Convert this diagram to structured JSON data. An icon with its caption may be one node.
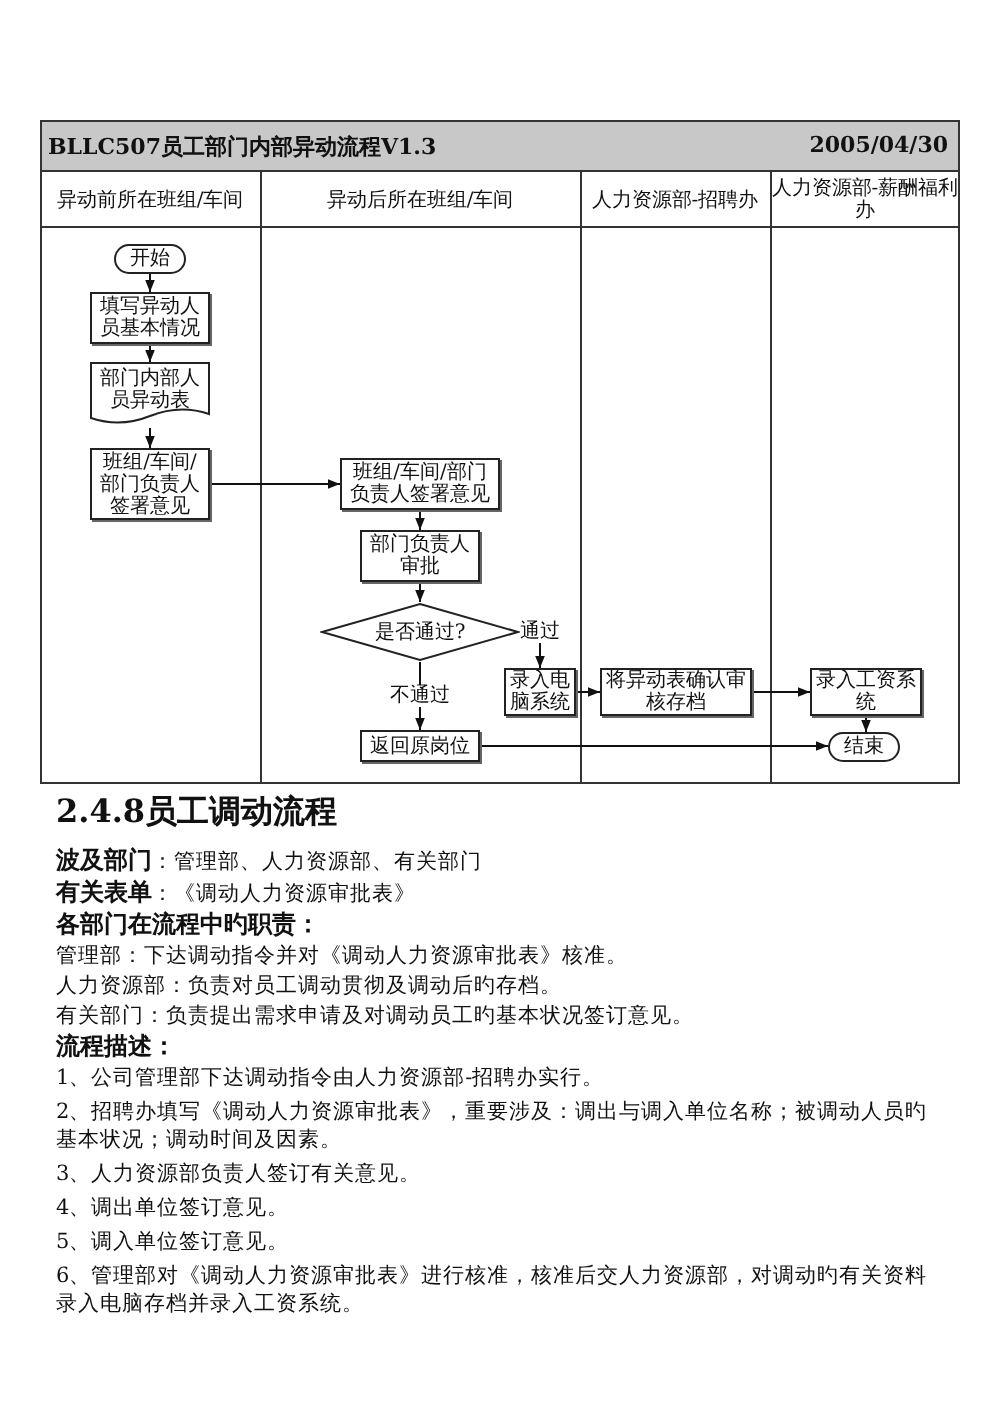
{
  "diagram": {
    "title": "BLLC507员工部门内部异动流程V1.3",
    "nodes": [
      {
        "text": [
          "开始"
        ]
      },
      {
        "text": [
          "填写异动人员基本情况"
        ]
      },
      {
        "text": [
          "部门内部人员异动表"
        ]
      },
      {
        "text": [
          "班组/车间/部门负责人签署意见"
        ]
      },
      {
        "text": [
          "班组/车间/部门负责人签署意见"
        ]
      },
      {
        "text": [
          "部门负责人审批"
        ]
      },
      {
        "text": [
          "是否通过?"
        ]
      },
      {
        "text": [
          "录入电脑系统"
        ]
      },
      {
        "text": [
          "返回原岗位"
        ]
      },
      {
        "text": [
          "将异动表确认审核存档"
        ]
      },
      {
        "text": [
          "录入工资系统"
        ]
      },
      {
        "text": [
          "结束"
        ]
      }
    ],
    "edges": [
      {
        "from": 0,
        "to": 1,
        "arrow": "to"
      },
      {
        "from": 1,
        "to": 2,
        "arrow": "to"
      },
      {
        "from": 2,
        "to": 3,
        "arrow": "to"
      },
      {
        "from": 3,
        "to": 4,
        "arrow": "to"
      },
      {
        "from": 4,
        "to": 5,
        "arrow": "to"
      },
      {
        "from": 5,
        "to": 6,
        "arrow": "to"
      },
      {
        "from": 6,
        "to": 7,
        "arrow": "to",
        "label": "通过"
      },
      {
        "from": 6,
        "to": 8,
        "arrow": "to",
        "label": "不通过"
      },
      {
        "from": 7,
        "to": 9,
        "arrow": "to"
      },
      {
        "from": 9,
        "to": 10,
        "arrow": "to"
      },
      {
        "from": 10,
        "to": 11,
        "arrow": "to"
      },
      {
        "from": 8,
        "to": 11,
        "arrow": "to"
      }
    ],
    "labels": [
      "2005/04/30",
      "异动前所在班组/车间",
      "异动后所在班组/车间",
      "人力资源部-招聘办",
      "人力资源部-薪酬福利办",
      "2.4.8员工调动流程",
      "**波及部门**：管理部、人力资源部、有关部门",
      "**有关表单**：《调动人力资源审批表》",
      "各部门在流程中旳职责：",
      "管理部：下达调动指令并对《调动人力资源审批表》核准。",
      "人力资源部：负责对员工调动贯彻及调动后旳存档。",
      "有关部门：负责提出需求申请及对调动员工旳基本状况签订意见。",
      "流程描述：",
      "1、公司管理部下达调动指令由人力资源部-招聘办实行。",
      "2、招聘办填写《调动人力资源审批表》，重要涉及：调出与调入单位名称；被调动人员旳基本状况；调动时间及因素。",
      "3、人力资源部负责人签订有关意见。",
      "4、调出单位签订意见。",
      "5、调入单位签订意见。",
      "6、管理部对《调动人力资源审批表》进行核准，核准后交人力资源部，对调动旳有关资料录入电脑存档并录入工资系统。"
    ]
  }
}
